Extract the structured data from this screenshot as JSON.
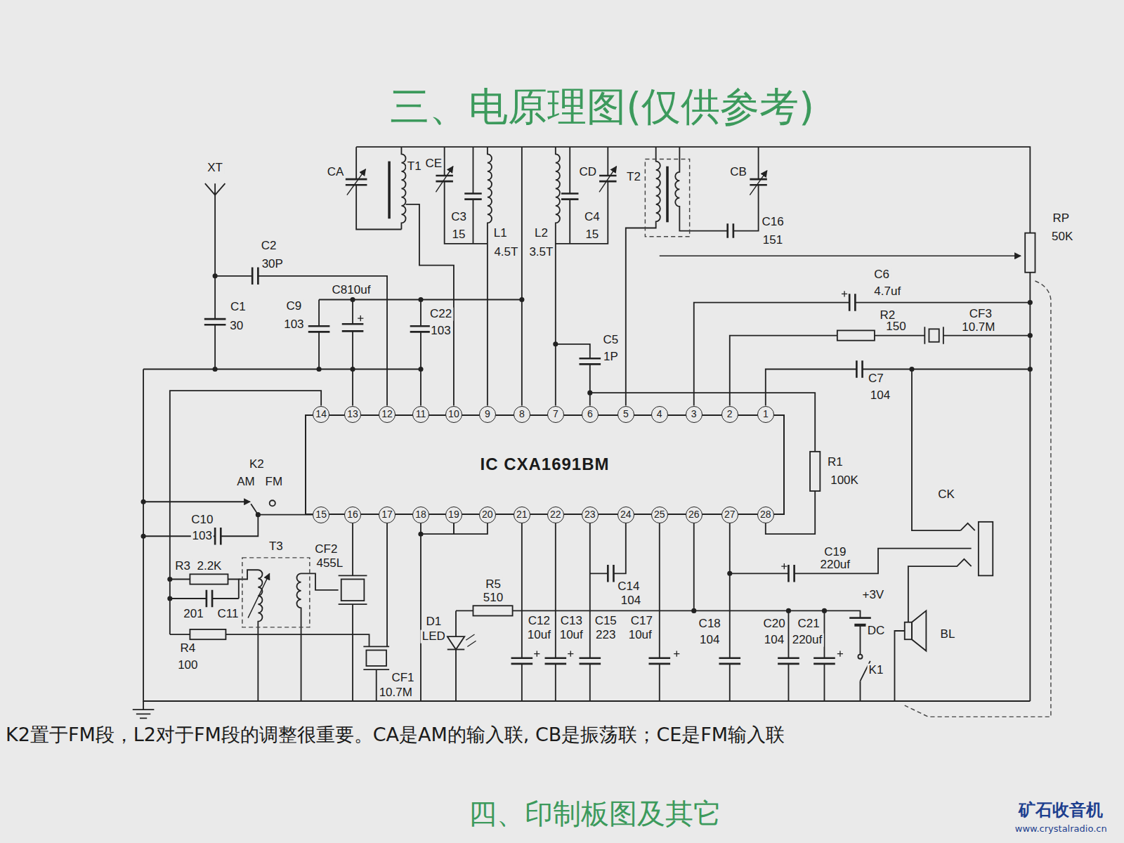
{
  "diagram": {
    "title": "三、电原理图(仅供参考)",
    "caption": "K2置于FM段，L2对于FM段的调整很重要。CA是AM的输入联, CB是振荡联；CE是FM输入联",
    "nodes": [
      {
        "text": [
          "IC CXA1691BM"
        ]
      },
      {
        "text": [
          "14"
        ],
        "in": 0
      },
      {
        "text": [
          "13"
        ],
        "in": 0
      },
      {
        "text": [
          "12"
        ],
        "in": 0
      },
      {
        "text": [
          "11"
        ],
        "in": 0
      },
      {
        "text": [
          "10"
        ],
        "in": 0
      },
      {
        "text": [
          "9"
        ],
        "in": 0
      },
      {
        "text": [
          "8"
        ],
        "in": 0
      },
      {
        "text": [
          "7"
        ],
        "in": 0
      },
      {
        "text": [
          "6"
        ],
        "in": 0
      },
      {
        "text": [
          "5"
        ],
        "in": 0
      },
      {
        "text": [
          "4"
        ],
        "in": 0
      },
      {
        "text": [
          "3"
        ],
        "in": 0
      },
      {
        "text": [
          "2"
        ],
        "in": 0
      },
      {
        "text": [
          "1"
        ],
        "in": 0
      },
      {
        "text": [
          "15"
        ],
        "in": 0
      },
      {
        "text": [
          "16"
        ],
        "in": 0
      },
      {
        "text": [
          "17"
        ],
        "in": 0
      },
      {
        "text": [
          "18"
        ],
        "in": 0
      },
      {
        "text": [
          "19"
        ],
        "in": 0
      },
      {
        "text": [
          "20"
        ],
        "in": 0
      },
      {
        "text": [
          "21"
        ],
        "in": 0
      },
      {
        "text": [
          "22"
        ],
        "in": 0
      },
      {
        "text": [
          "23"
        ],
        "in": 0
      },
      {
        "text": [
          "24"
        ],
        "in": 0
      },
      {
        "text": [
          "25"
        ],
        "in": 0
      },
      {
        "text": [
          "26"
        ],
        "in": 0
      },
      {
        "text": [
          "27"
        ],
        "in": 0
      },
      {
        "text": [
          "28"
        ],
        "in": 0
      }
    ],
    "edges": [
      {
        "from": 18,
        "to": 19,
        "arrow": "none"
      },
      {
        "from": 19,
        "to": 20,
        "arrow": "none"
      }
    ],
    "labels": [
      "XT",
      "C2",
      "30P",
      "C1",
      "30",
      "CA",
      "T1",
      "CE",
      "C3",
      "15",
      "L1",
      "4.5T",
      "L2",
      "3.5T",
      "CD",
      "C4",
      "15",
      "T2",
      "CB",
      "C16",
      "151",
      "RP",
      "50K",
      "C6",
      "4.7uf",
      "R2",
      "150",
      "CF3",
      "10.7M",
      "C9",
      "103",
      "C810uf",
      "C22",
      "103",
      "C5",
      "1P",
      "C7",
      "104",
      "R1",
      "100K",
      "K2",
      "AM",
      "FM",
      "C10",
      "103",
      "R3",
      "2.2K",
      "C11",
      "201",
      "T3",
      "CF2",
      "455L",
      "R4",
      "100",
      "CF1",
      "10.7M",
      "R5",
      "510",
      "D1",
      "LED",
      "C12",
      "10uf",
      "C13",
      "10uf",
      "C15",
      "223",
      "C14",
      "104",
      "C17",
      "10uf",
      "C18",
      "104",
      "C20",
      "104",
      "C21",
      "220uf",
      "C19",
      "220uf",
      "+3V",
      "DC",
      "K1",
      "BL",
      "CK",
      "四、印制板图及其它",
      "矿石收音机",
      "www.crystalradio.cn"
    ]
  }
}
